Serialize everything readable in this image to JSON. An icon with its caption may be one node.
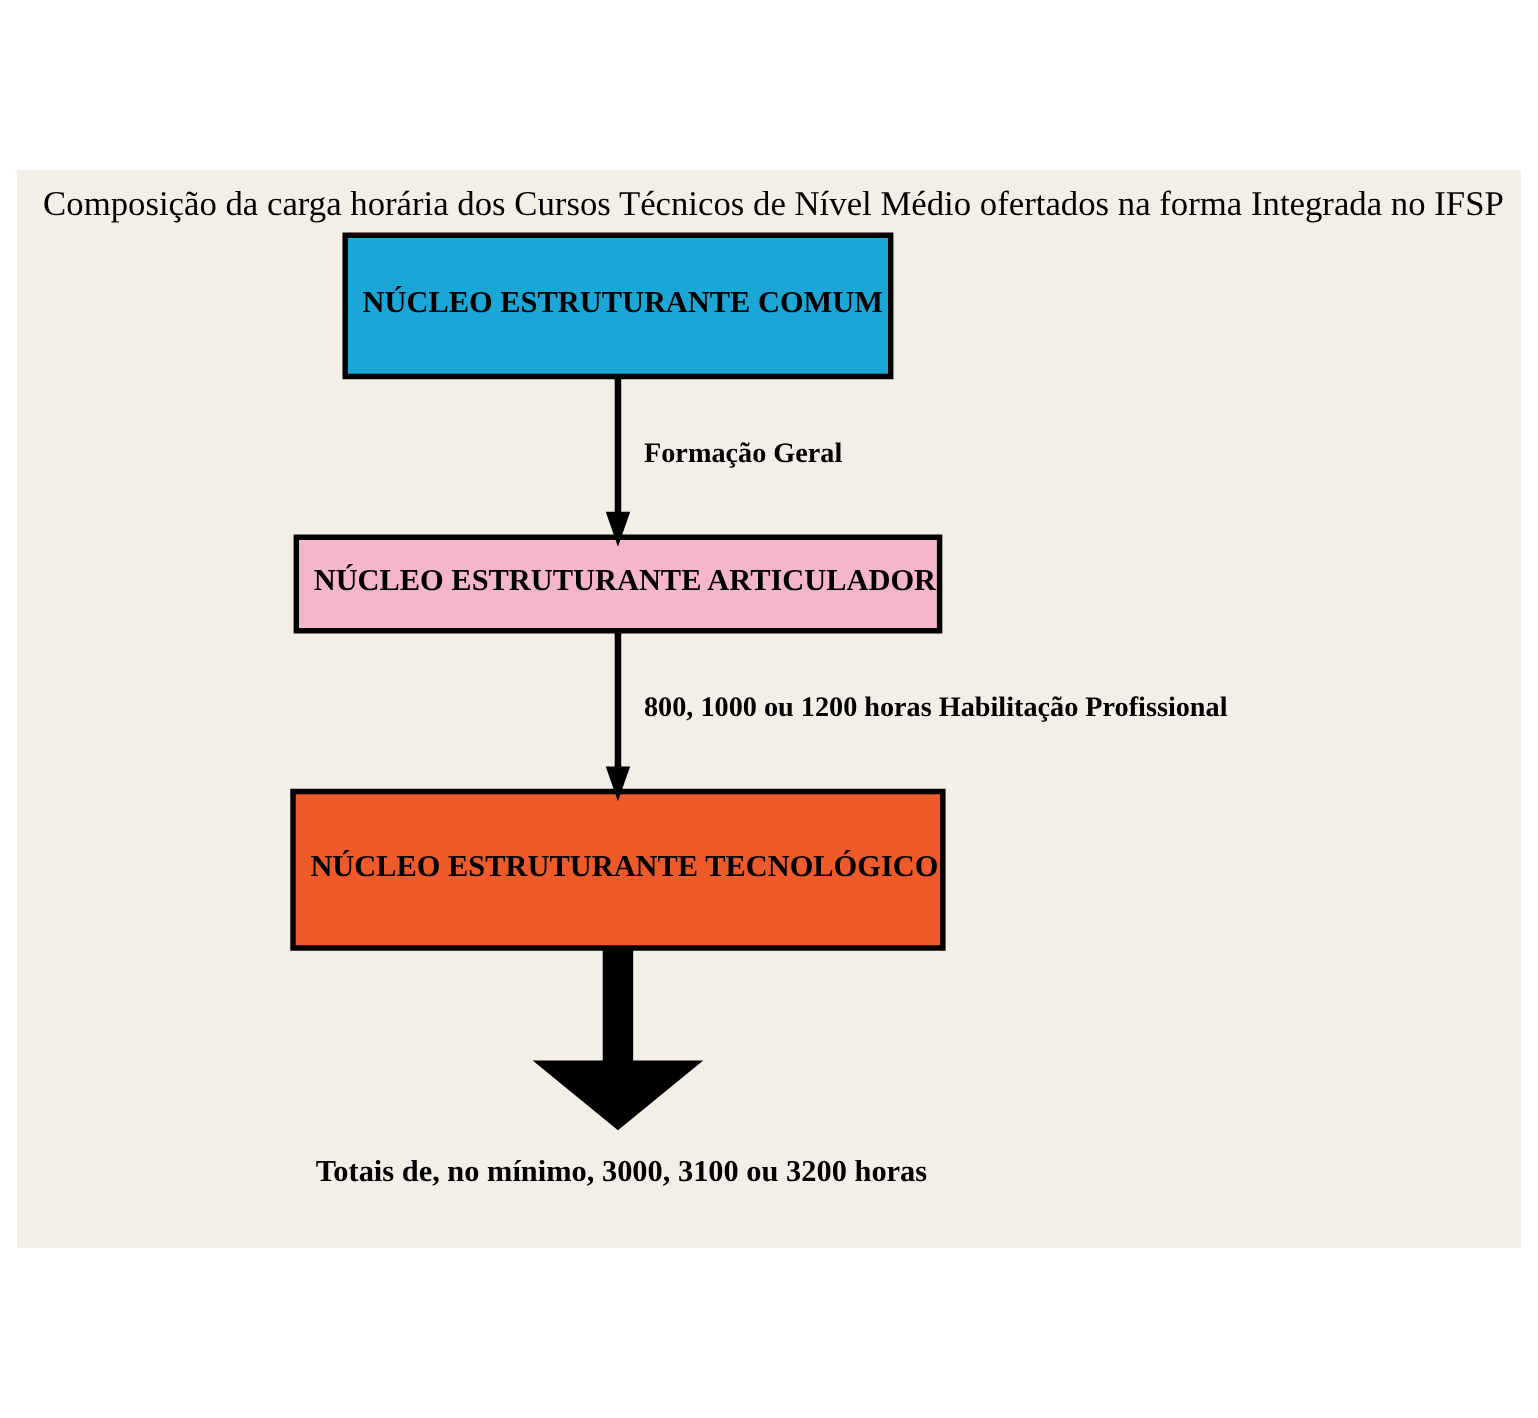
{
  "diagram": {
    "title": "Composição da carga horária dos Cursos Técnicos de Nível Médio ofertados na forma Integrada no IFSP",
    "nodes": [
      {
        "text": [
          "NÚCLEO ESTRUTURANTE COMUM"
        ]
      },
      {
        "text": [
          "NÚCLEO ESTRUTURANTE ARTICULADOR"
        ]
      },
      {
        "text": [
          "NÚCLEO ESTRUTURANTE TECNOLÓGICO"
        ]
      },
      {
        "text": [
          "Totais de, no mínimo, 3000, 3100 ou 3200 horas"
        ]
      }
    ],
    "edges": [
      {
        "from": 0,
        "to": 1,
        "arrow": "to",
        "label": "Formação Geral"
      },
      {
        "from": 1,
        "to": 2,
        "arrow": "to",
        "label": "800, 1000 ou 1200 horas Habilitação Profissional"
      },
      {
        "from": 2,
        "to": 3,
        "arrow": "to",
        "style": "thick"
      }
    ]
  }
}
